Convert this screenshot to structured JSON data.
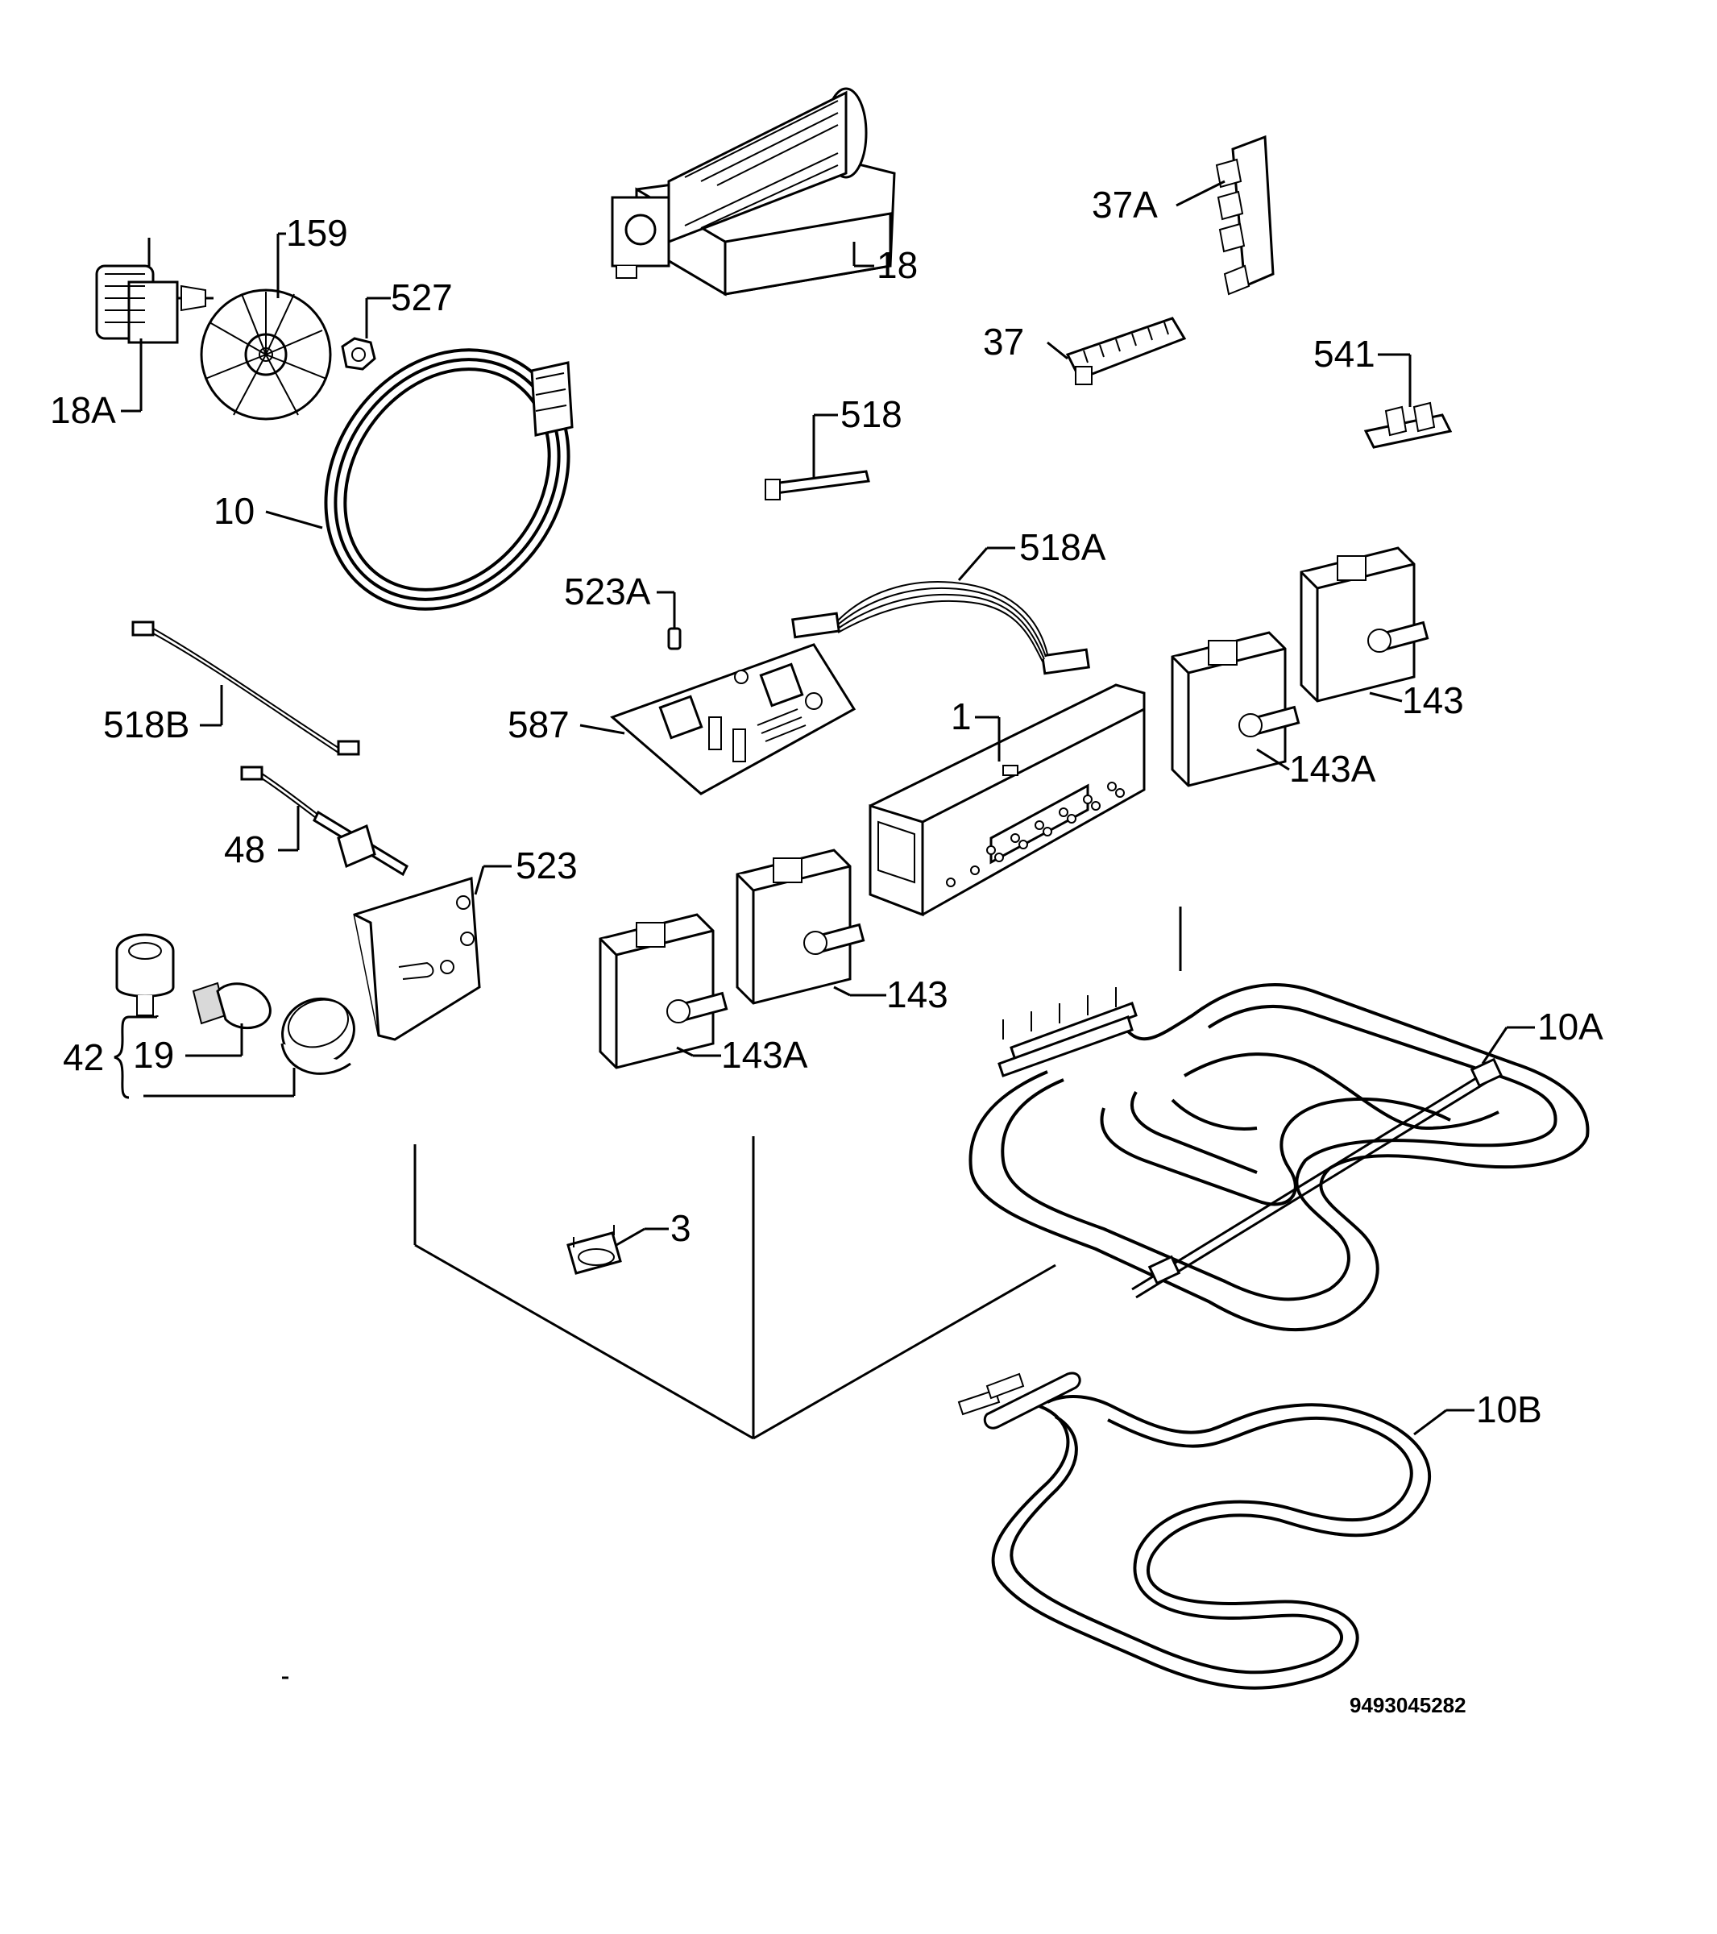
{
  "labels": {
    "l_159": "159",
    "l_527": "527",
    "l_18": "18",
    "l_37a": "37A",
    "l_18a": "18A",
    "l_37": "37",
    "l_541": "541",
    "l_518": "518",
    "l_10": "10",
    "l_518a": "518A",
    "l_523a": "523A",
    "l_518b": "518B",
    "l_587": "587",
    "l_1": "1",
    "l_143_right": "143",
    "l_143a_right": "143A",
    "l_48": "48",
    "l_523": "523",
    "l_143_mid": "143",
    "l_10a": "10A",
    "l_42": "42",
    "l_19": "19",
    "l_143a_mid": "143A",
    "l_3": "3",
    "l_10b": "10B"
  },
  "document_number": "9493045282"
}
